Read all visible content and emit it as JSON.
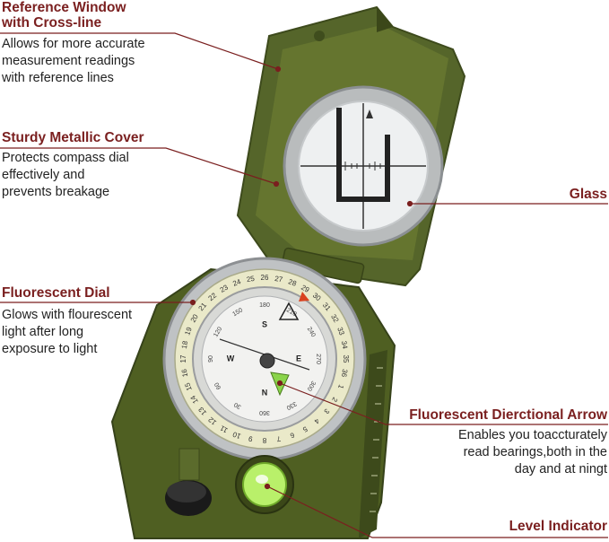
{
  "callouts": [
    {
      "id": "reference-window",
      "title_lines": [
        "Reference Window",
        "with Cross-line"
      ],
      "desc_lines": [
        "Allows for more accurate",
        "measurement readings",
        "with reference lines"
      ]
    },
    {
      "id": "metallic-cover",
      "title_lines": [
        "Sturdy Metallic Cover"
      ],
      "desc_lines": [
        "Protects compass dial",
        "effectively and",
        "prevents breakage"
      ]
    },
    {
      "id": "glass",
      "title_lines": [
        "Glass"
      ],
      "desc_lines": []
    },
    {
      "id": "fluorescent-dial",
      "title_lines": [
        "Fluorescent Dial"
      ],
      "desc_lines": [
        "Glows with flourescent",
        "light after long",
        "exposure to light"
      ]
    },
    {
      "id": "directional-arrow",
      "title_lines": [
        "Fluorescent Dierctional Arrow"
      ],
      "desc_lines": [
        "Enables you toaccturately",
        "read bearings,both in the",
        "day and at ningt"
      ]
    },
    {
      "id": "level-indicator",
      "title_lines": [
        "Level Indicator"
      ],
      "desc_lines": []
    }
  ],
  "compass": {
    "bezel_numbers": [
      "10",
      "11",
      "12",
      "13",
      "14",
      "15",
      "16",
      "17",
      "18",
      "19",
      "20",
      "21",
      "22",
      "23",
      "24",
      "25",
      "26",
      "27",
      "28",
      "29",
      "30",
      "31",
      "32",
      "33",
      "34",
      "35",
      "36",
      "1",
      "2",
      "3",
      "4",
      "5",
      "6",
      "7",
      "8",
      "9"
    ],
    "dial_numbers": [
      "180",
      "210",
      "240",
      "270",
      "300",
      "330",
      "360",
      "30",
      "60",
      "90",
      "120",
      "150"
    ],
    "cardinals": [
      "S",
      "W",
      "N",
      "E"
    ]
  },
  "colors": {
    "label": "#7a1f1f",
    "line": "#7a1f1f",
    "body": "#4f5f22"
  }
}
